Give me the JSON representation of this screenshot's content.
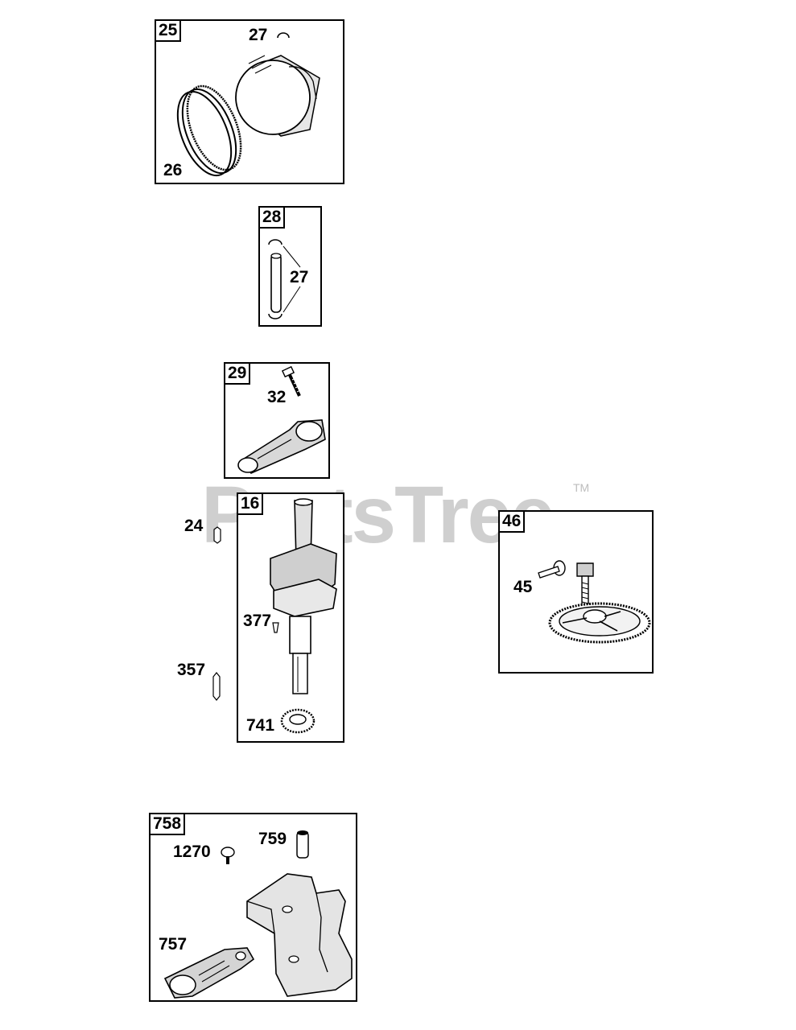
{
  "watermark": {
    "brand": "PartsTree",
    "trademark": "TM"
  },
  "panels": {
    "p25": {
      "tag": "25",
      "labels": {
        "a": "27",
        "b": "26"
      }
    },
    "p28": {
      "tag": "28",
      "labels": {
        "a": "27"
      }
    },
    "p29": {
      "tag": "29",
      "labels": {
        "a": "32"
      }
    },
    "p16": {
      "tag": "16",
      "labels": {
        "a": "377",
        "b": "741"
      }
    },
    "p46": {
      "tag": "46",
      "labels": {
        "a": "45"
      }
    },
    "p758": {
      "tag": "758",
      "labels": {
        "a": "1270",
        "b": "759",
        "c": "757"
      }
    }
  },
  "loose_labels": {
    "l24": "24",
    "l357": "357"
  },
  "icons": [
    "piston",
    "piston-rings",
    "retainer-clip",
    "piston-pin",
    "connecting-rod",
    "rod-bolt",
    "crankshaft",
    "crank-gear",
    "key",
    "cam-gear",
    "cam-bolt",
    "balancer-weight",
    "link-arm",
    "pin",
    "rivet"
  ]
}
